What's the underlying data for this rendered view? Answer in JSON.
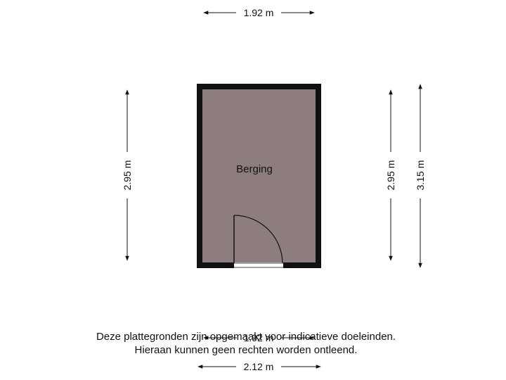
{
  "colors": {
    "wall": "#111111",
    "floor": "#8e7d7e",
    "dimension_line": "#111111",
    "background": "#ffffff"
  },
  "room": {
    "label": "Berging"
  },
  "dimensions": {
    "top_width": "1.92 m",
    "inner_bottom_width": "1.92 m",
    "bottom_width": "2.12 m",
    "left_height": "2.95 m",
    "right_inner_height": "2.95 m",
    "right_outer_height": "3.15 m"
  },
  "disclaimer": {
    "line1": "Deze plattegronden zijn opgemaakt voor indicatieve doeleinden.",
    "line2": "Hieraan kunnen geen rechten worden ontleend."
  }
}
